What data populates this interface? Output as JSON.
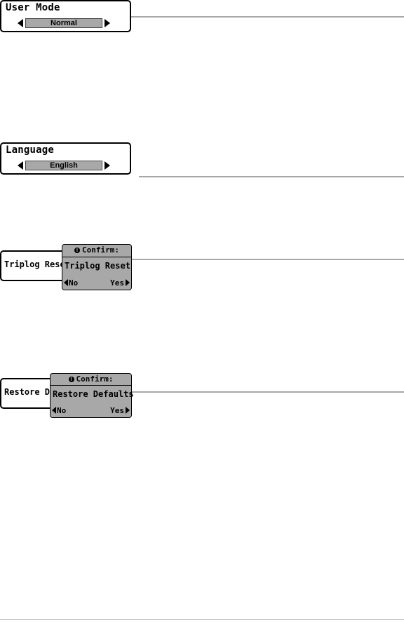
{
  "user_mode": {
    "title": "User Mode",
    "value": "Normal"
  },
  "language": {
    "title": "Language",
    "value": "English"
  },
  "triplog_reset": {
    "behind_label": "Triplog Rese",
    "confirm_header": "Confirm:",
    "action": "Triplog Reset",
    "no_label": "No",
    "yes_label": "Yes"
  },
  "restore_defaults": {
    "behind_label": "Restore De",
    "confirm_header": "Confirm:",
    "action": "Restore Defaults",
    "no_label": "No",
    "yes_label": "Yes"
  },
  "icons": {
    "warning": "warning-icon",
    "left": "arrow-left-icon",
    "right": "arrow-right-icon"
  },
  "colors": {
    "value_fill": "#a8a8a8",
    "leader_line": "#a8a8a8",
    "border": "#000000"
  }
}
